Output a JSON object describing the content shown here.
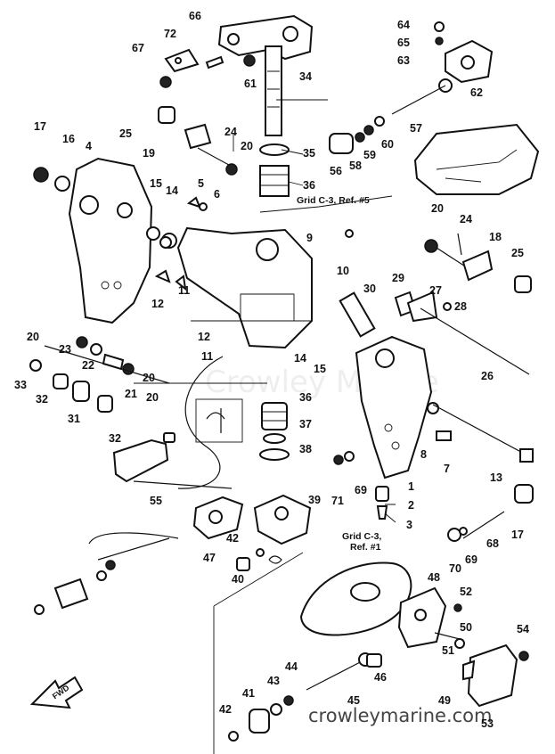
{
  "notes": {
    "grid_top": "Grid C-3, Ref. #5",
    "grid_bottom_line1": "Grid C-3,",
    "grid_bottom_line2": "Ref. #1"
  },
  "watermark": "Crowley Marine",
  "site_label": "crowleymarine.com",
  "arrow_label": "FWD",
  "labels": [
    "1",
    "2",
    "3",
    "4",
    "5",
    "6",
    "7",
    "8",
    "9",
    "10",
    "11",
    "12",
    "13",
    "14",
    "15",
    "16",
    "17",
    "18",
    "19",
    "20",
    "21",
    "22",
    "23",
    "24",
    "25",
    "26",
    "27",
    "28",
    "29",
    "30",
    "31",
    "32",
    "33",
    "34",
    "35",
    "36",
    "37",
    "38",
    "39",
    "40",
    "41",
    "42",
    "43",
    "44",
    "45",
    "46",
    "47",
    "48",
    "49",
    "50",
    "51",
    "52",
    "53",
    "54",
    "55",
    "56",
    "57",
    "58",
    "59",
    "60",
    "61",
    "62",
    "63",
    "64",
    "65",
    "66",
    "67",
    "68",
    "69",
    "70",
    "71",
    "72"
  ]
}
